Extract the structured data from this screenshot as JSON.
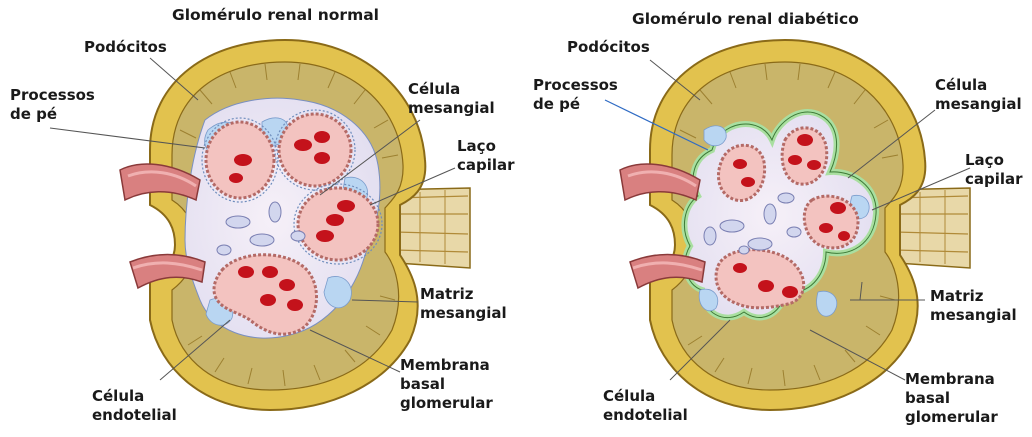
{
  "panels": [
    {
      "title": "Glomérulo renal normal",
      "labels": {
        "podocytes": "Podócitos",
        "foot_processes": [
          "Processos",
          "de pé"
        ],
        "mesangial_cell": [
          "Célula",
          "mesangial"
        ],
        "capillary_loop": [
          "Laço",
          "capilar"
        ],
        "mesangial_matrix": [
          "Matriz",
          "mesangial"
        ],
        "basement_membrane": [
          "Membrana",
          "basal",
          "glomerular"
        ],
        "endothelial_cell": [
          "Célula",
          "endotelial"
        ]
      }
    },
    {
      "title": "Glomérulo renal diabético",
      "labels": {
        "podocytes": "Podócitos",
        "foot_processes": [
          "Processos",
          "de pé"
        ],
        "mesangial_cell": [
          "Célula",
          "mesangial"
        ],
        "capillary_loop": [
          "Laço",
          "capilar"
        ],
        "mesangial_matrix": [
          "Matriz",
          "mesangial"
        ],
        "basement_membrane": [
          "Membrana",
          "basal",
          "glomerular"
        ],
        "endothelial_cell": [
          "Célula",
          "endotelial"
        ]
      }
    }
  ],
  "colors": {
    "capsule": "#e2c24e",
    "capsule_outline": "#8a6a18",
    "bowman_space": "#c9b56a",
    "capillary": "#f3c3c0",
    "capillary_wall": "#b46a66",
    "erythrocyte": "#c4121b",
    "mesangium": "#d2d6ee",
    "mesangial_matrix": "#b9d6f2",
    "thickened_membrane": "#a9dfa0",
    "vessel": "#d98080",
    "tubule": "#e8d8a8",
    "label_line": "#555555",
    "foot_process_line": "#2f6bc4"
  }
}
